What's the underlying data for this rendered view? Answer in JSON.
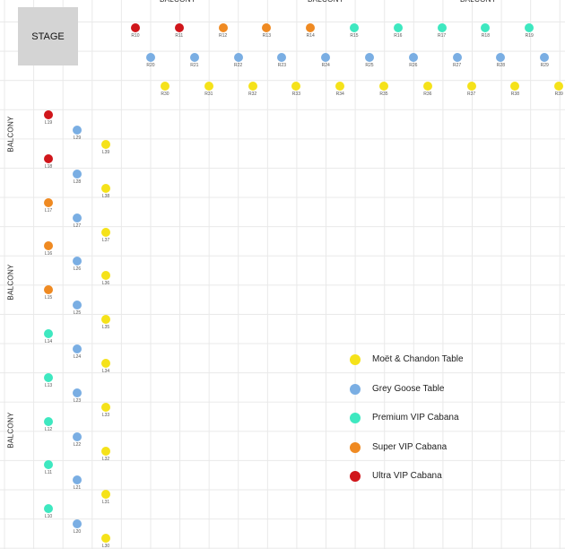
{
  "stage": "STAGE",
  "balcony_label": "BALCONY",
  "colors": {
    "ultra": "#d0161b",
    "super": "#ef8a22",
    "premium": "#3ee8c0",
    "grey": "#7aaee3",
    "moet": "#f5e21a"
  },
  "top_rows": [
    {
      "seats": [
        {
          "id": "R10",
          "t": "ultra"
        },
        {
          "id": "R11",
          "t": "ultra"
        },
        {
          "id": "R12",
          "t": "super"
        },
        {
          "id": "R13",
          "t": "super"
        },
        {
          "id": "R14",
          "t": "super"
        },
        {
          "id": "R15",
          "t": "premium"
        },
        {
          "id": "R16",
          "t": "premium"
        },
        {
          "id": "R17",
          "t": "premium"
        },
        {
          "id": "R18",
          "t": "premium"
        },
        {
          "id": "R19",
          "t": "premium"
        }
      ]
    },
    {
      "seats": [
        {
          "id": "R20",
          "t": "grey"
        },
        {
          "id": "R21",
          "t": "grey"
        },
        {
          "id": "R22",
          "t": "grey"
        },
        {
          "id": "R23",
          "t": "grey"
        },
        {
          "id": "R24",
          "t": "grey"
        },
        {
          "id": "R25",
          "t": "grey"
        },
        {
          "id": "R26",
          "t": "grey"
        },
        {
          "id": "R27",
          "t": "grey"
        },
        {
          "id": "R28",
          "t": "grey"
        },
        {
          "id": "R29",
          "t": "grey"
        }
      ]
    },
    {
      "seats": [
        {
          "id": "R30",
          "t": "moet"
        },
        {
          "id": "R31",
          "t": "moet"
        },
        {
          "id": "R32",
          "t": "moet"
        },
        {
          "id": "R33",
          "t": "moet"
        },
        {
          "id": "R34",
          "t": "moet"
        },
        {
          "id": "R35",
          "t": "moet"
        },
        {
          "id": "R36",
          "t": "moet"
        },
        {
          "id": "R37",
          "t": "moet"
        },
        {
          "id": "R38",
          "t": "moet"
        },
        {
          "id": "R39",
          "t": "moet"
        }
      ]
    }
  ],
  "left_cols": [
    {
      "seats": [
        {
          "id": "L19",
          "t": "ultra"
        },
        {
          "id": "L18",
          "t": "ultra"
        },
        {
          "id": "L17",
          "t": "super"
        },
        {
          "id": "L16",
          "t": "super"
        },
        {
          "id": "L15",
          "t": "super"
        },
        {
          "id": "L14",
          "t": "premium"
        },
        {
          "id": "L13",
          "t": "premium"
        },
        {
          "id": "L12",
          "t": "premium"
        },
        {
          "id": "L11",
          "t": "premium"
        },
        {
          "id": "L10",
          "t": "premium"
        }
      ]
    },
    {
      "seats": [
        {
          "id": "L29",
          "t": "grey"
        },
        {
          "id": "L28",
          "t": "grey"
        },
        {
          "id": "L27",
          "t": "grey"
        },
        {
          "id": "L26",
          "t": "grey"
        },
        {
          "id": "L25",
          "t": "grey"
        },
        {
          "id": "L24",
          "t": "grey"
        },
        {
          "id": "L23",
          "t": "grey"
        },
        {
          "id": "L22",
          "t": "grey"
        },
        {
          "id": "L21",
          "t": "grey"
        },
        {
          "id": "L20",
          "t": "grey"
        }
      ]
    },
    {
      "seats": [
        {
          "id": "L39",
          "t": "moet"
        },
        {
          "id": "L38",
          "t": "moet"
        },
        {
          "id": "L37",
          "t": "moet"
        },
        {
          "id": "L36",
          "t": "moet"
        },
        {
          "id": "L35",
          "t": "moet"
        },
        {
          "id": "L34",
          "t": "moet"
        },
        {
          "id": "L33",
          "t": "moet"
        },
        {
          "id": "L32",
          "t": "moet"
        },
        {
          "id": "L31",
          "t": "moet"
        },
        {
          "id": "L30",
          "t": "moet"
        }
      ]
    }
  ],
  "legend": [
    {
      "label": "Moët & Chandon Table",
      "t": "moet"
    },
    {
      "label": "Grey Goose Table",
      "t": "grey"
    },
    {
      "label": "Premium VIP Cabana",
      "t": "premium"
    },
    {
      "label": "Super VIP Cabana",
      "t": "super"
    },
    {
      "label": "Ultra VIP Cabana",
      "t": "ultra"
    }
  ]
}
